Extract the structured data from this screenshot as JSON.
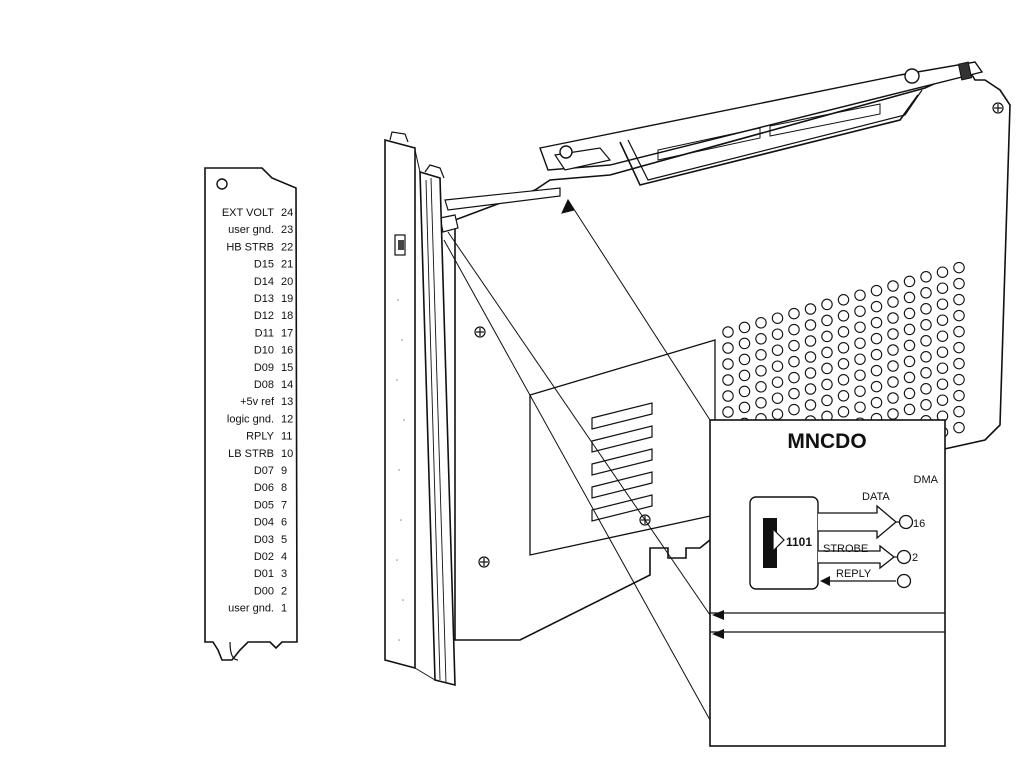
{
  "connector_strip": {
    "pins": [
      {
        "label": "EXT VOLT",
        "num": "24"
      },
      {
        "label": "user gnd.",
        "num": "23"
      },
      {
        "label": "HB STRB",
        "num": "22"
      },
      {
        "label": "D15",
        "num": "21"
      },
      {
        "label": "D14",
        "num": "20"
      },
      {
        "label": "D13",
        "num": "19"
      },
      {
        "label": "D12",
        "num": "18"
      },
      {
        "label": "D11",
        "num": "17"
      },
      {
        "label": "D10",
        "num": "16"
      },
      {
        "label": "D09",
        "num": "15"
      },
      {
        "label": "D08",
        "num": "14"
      },
      {
        "label": "+5v ref",
        "num": "13"
      },
      {
        "label": "logic gnd.",
        "num": "12"
      },
      {
        "label": "RPLY",
        "num": "11"
      },
      {
        "label": "LB STRB",
        "num": "10"
      },
      {
        "label": "D07",
        "num": "9"
      },
      {
        "label": "D06",
        "num": "8"
      },
      {
        "label": "D05",
        "num": "7"
      },
      {
        "label": "D04",
        "num": "6"
      },
      {
        "label": "D03",
        "num": "5"
      },
      {
        "label": "D02",
        "num": "4"
      },
      {
        "label": "D01",
        "num": "3"
      },
      {
        "label": "D00",
        "num": "2"
      },
      {
        "label": "user gnd.",
        "num": "1"
      }
    ]
  },
  "panel": {
    "title": "MNCDO",
    "mode_label": "DMA",
    "chip_label": "1101",
    "signals": {
      "data_label": "DATA",
      "data_count": "16",
      "strobe_label": "STROBE",
      "strobe_count": "2",
      "reply_label": "REPLY"
    }
  }
}
